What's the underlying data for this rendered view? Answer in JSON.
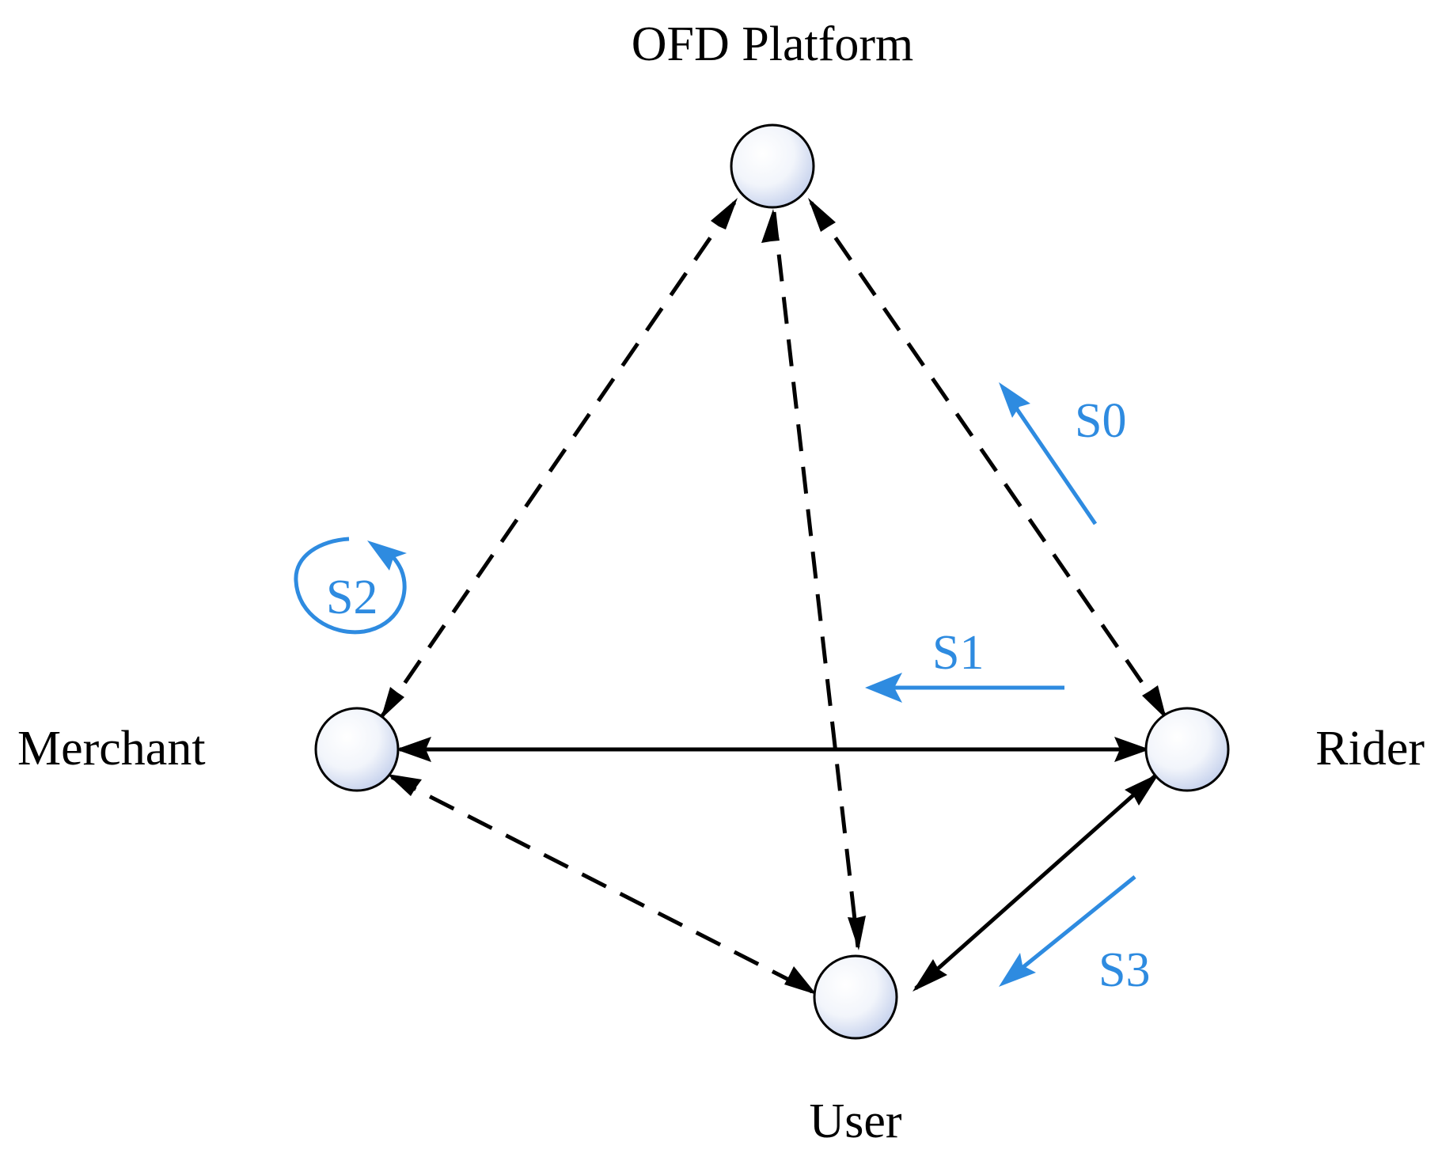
{
  "nodes": {
    "platform": {
      "label": "OFD Platform"
    },
    "merchant": {
      "label": "Merchant"
    },
    "rider": {
      "label": "Rider"
    },
    "user": {
      "label": "User"
    }
  },
  "steps": {
    "s0": "S0",
    "s1": "S1",
    "s2": "S2",
    "s3": "S3"
  },
  "colors": {
    "edge": "#000000",
    "step": "#2e8be0",
    "node_fill_light": "#ffffff",
    "node_fill_dark": "#c4d0ec",
    "node_stroke": "#000000"
  },
  "edges": [
    {
      "from": "platform",
      "to": "merchant",
      "style": "dashed",
      "direction": "both"
    },
    {
      "from": "platform",
      "to": "user",
      "style": "dashed",
      "direction": "both"
    },
    {
      "from": "platform",
      "to": "rider",
      "style": "dashed",
      "direction": "both"
    },
    {
      "from": "merchant",
      "to": "rider",
      "style": "solid",
      "direction": "both"
    },
    {
      "from": "merchant",
      "to": "user",
      "style": "dashed",
      "direction": "both"
    },
    {
      "from": "rider",
      "to": "user",
      "style": "solid",
      "direction": "both"
    }
  ]
}
